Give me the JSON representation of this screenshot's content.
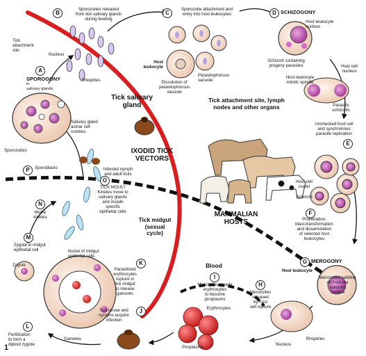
{
  "panel_number": "1",
  "colors": {
    "red_line": "#d81e1e",
    "parasite": "#c75bb8",
    "cell": "#f6e3d6",
    "erythrocyte": "#e23838"
  },
  "regions": {
    "tick_salivary_gland": "Tick salivary\ngland",
    "ixodid": "IXODID TICK\nVECTORS",
    "attachment_site": "Tick attachment site, lymph\nnodes and other organs",
    "mammalian_hosts": "MAMMALIAN\nHOSTS",
    "tick_midgut": "Tick midgut\n(sexual\ncycle)",
    "blood": "Blood"
  },
  "stages": [
    {
      "letter": "A",
      "title": "SPOROGONY",
      "text": "in\nsalivary glands"
    },
    {
      "letter": "B",
      "text": "Sporozoites released\nfrom tick salivary glands\nduring feeding"
    },
    {
      "letter": "C",
      "text": "Sporozoite attachment and\nentry into host leukocytes"
    },
    {
      "letter": "D",
      "title": "SCHIZOGONY",
      "text": ""
    },
    {
      "letter": "E",
      "text": "Unchecked host cell\nand synchronous\nparasite replication"
    },
    {
      "letter": "F",
      "text": "Proliferation,\nblast-transformation\nand dissemination\nof selected host\nleukocytes"
    },
    {
      "letter": "G",
      "title": "MEROGONY",
      "text": ""
    },
    {
      "letter": "H",
      "text": "Merozoites\nreleased\nby host\ncell rupture"
    },
    {
      "letter": "I",
      "text": "Merozoites invade\nerythrocytes\nto become\npiroplasms"
    },
    {
      "letter": "J",
      "text": "Tick larvae and\nnymphs acquire\ninfection"
    },
    {
      "letter": "K",
      "text": "Parasitized\nerythrocytes\nrupture in\ntick midgut\nto release\ngamonts"
    },
    {
      "letter": "L",
      "text": "Fertilization\nto form a\ndiploid zygote"
    },
    {
      "letter": "M",
      "text": "Zygote in midgut\nepithelial cell"
    },
    {
      "letter": "N",
      "text": "Motile\nkinetes"
    },
    {
      "letter": "O",
      "text": "TICK MOULT\nKinetes move to\nsalivary glands\nand invade\nspecific\nepithelial cells"
    },
    {
      "letter": "P",
      "text": "Sporoblasts"
    }
  ],
  "labels": {
    "tick_attachment_site": "Tick\nattachment\nsite",
    "nucleus_top": "Nucleus",
    "rhoptries_top": "Rhoptries",
    "host_leukocyte_c": "Host\nleukocyte",
    "parasitophorous_vacuole": "Parasitophorous\nvacuole",
    "dissolution": "Dissolution of\nparasitophorous\nvacuole",
    "host_leukocyte_nucleus": "Host leukocyte\nnucleus",
    "schizont_progeny": "Schizont containing\nprogeny parasites",
    "host_cell_nucleus": "Host cell\nnucleus",
    "mitotic_spindle": "Host leukocyte\nmitotic spindle",
    "parasitic_schizonts": "Parasitic\nschizonts",
    "host_cell_nuclei": "Host cell\nnuclei",
    "schizont": "Schizont",
    "salivary_acinar": "Salivary gland\nacinar cell\nnucleus",
    "sporozoites": "Sporozoites",
    "infected_nymph": "Infected nymph\nand adult ticks",
    "host_leukocyte_g": "Host leukocyte",
    "merozoites_splitting": "Merozoites splitting\noff from the\nschizont\nsurface",
    "erythrocytes": "Erythrocytes",
    "piroplasms": "Piroplasms",
    "nucleus_bottom": "Nucleus",
    "rhoptries_bottom": "Rhoptries",
    "nuclei_midgut": "Nuclei of midgut\nepithelial cells",
    "zygote": "Zygote",
    "gametes": "Gametes"
  }
}
